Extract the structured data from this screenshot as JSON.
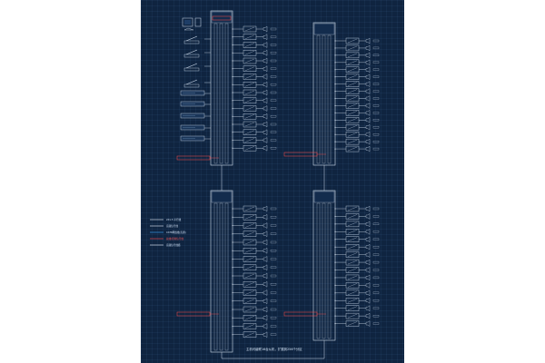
{
  "caption": "主机可级联16台从机，扩展到256个分区",
  "legend": {
    "items": [
      {
        "label": "2X1.5 平行线",
        "color": "#e8f0fa"
      },
      {
        "label": "音频信号线",
        "color": "#e8f0fa"
      },
      {
        "label": "CAT6网络线(直通)",
        "color": "#3fa9ff"
      },
      {
        "label": "总线/控制信号线",
        "color": "#ff4b4b"
      },
      {
        "label": "音频信号线缆",
        "color": "#e8f0fa"
      }
    ]
  },
  "colors": {
    "background": "#0f2440",
    "line": "#d0deee",
    "accent_blue": "#3fa9ff",
    "accent_red": "#ff4b4b"
  }
}
